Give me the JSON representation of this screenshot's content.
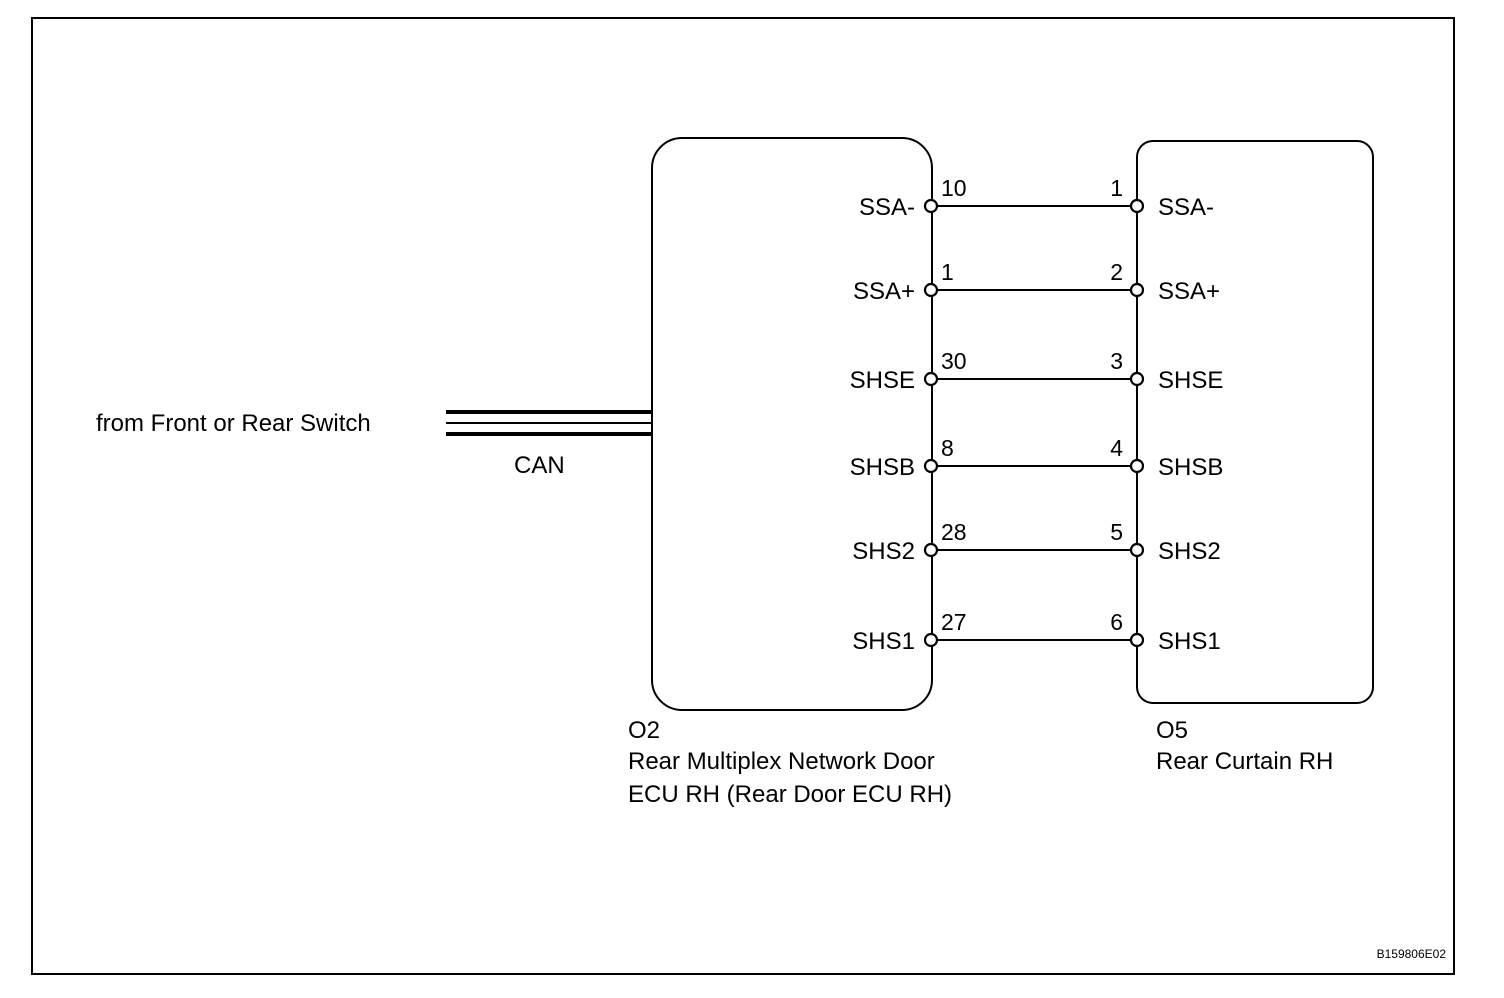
{
  "source": {
    "label": "from Front or Rear Switch",
    "bus": "CAN"
  },
  "ecu": {
    "code": "O2",
    "name_line1": "Rear Multiplex Network Door",
    "name_line2": "ECU RH (Rear Door ECU RH)"
  },
  "curtain": {
    "code": "O5",
    "name_line1": "Rear Curtain RH"
  },
  "wires": [
    {
      "signal": "SSA-",
      "ecu_pin": "10",
      "curtain_pin": "1"
    },
    {
      "signal": "SSA+",
      "ecu_pin": "1",
      "curtain_pin": "2"
    },
    {
      "signal": "SHSE",
      "ecu_pin": "30",
      "curtain_pin": "3"
    },
    {
      "signal": "SHSB",
      "ecu_pin": "8",
      "curtain_pin": "4"
    },
    {
      "signal": "SHS2",
      "ecu_pin": "28",
      "curtain_pin": "5"
    },
    {
      "signal": "SHS1",
      "ecu_pin": "27",
      "curtain_pin": "6"
    }
  ],
  "figure_code": "B159806E02"
}
